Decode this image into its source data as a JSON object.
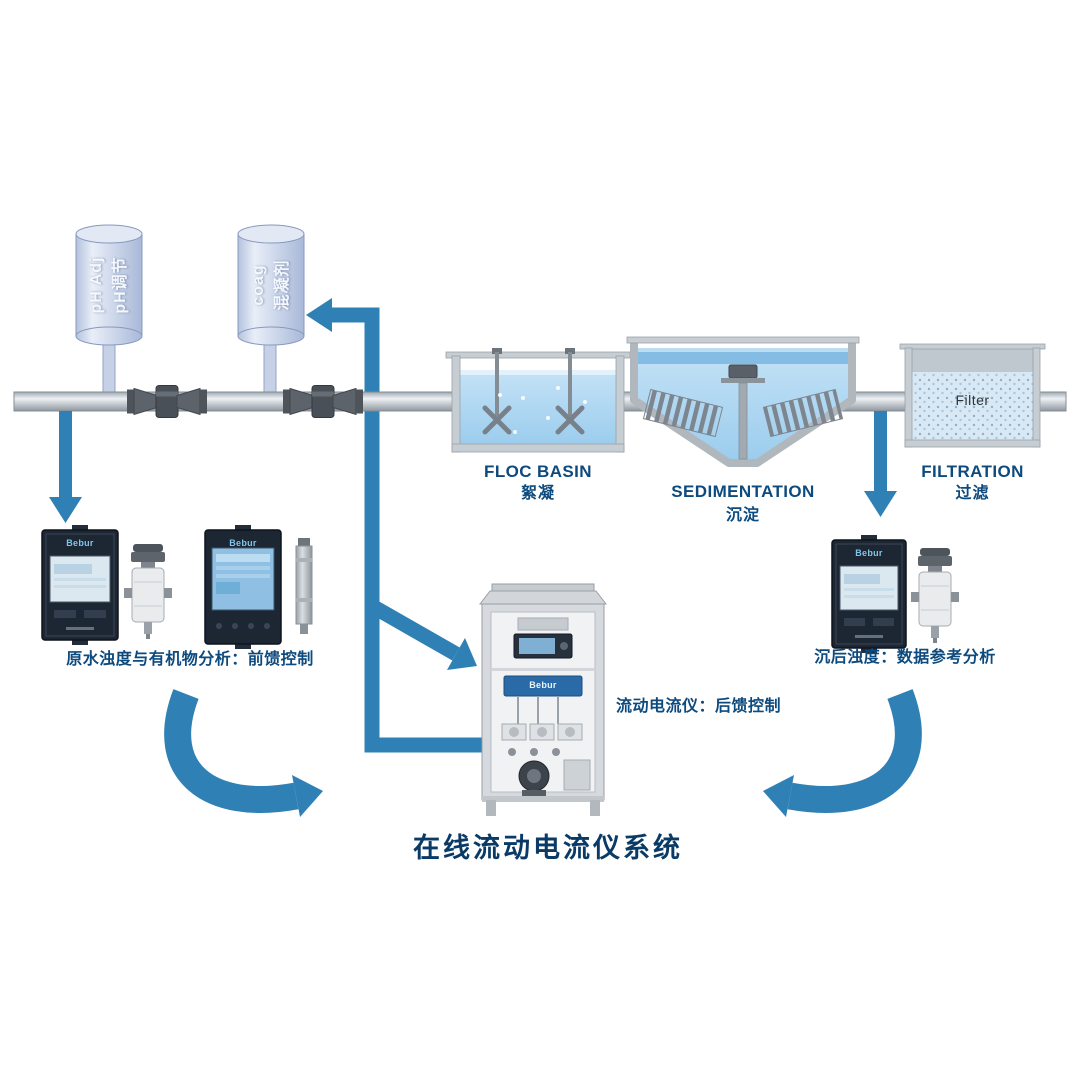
{
  "title": "在线流动电流仪系统",
  "colors": {
    "arrow_blue": "#2F80B4",
    "label_blue": "#0D4A7D",
    "title_blue": "#0A3A66",
    "water_blue": "#A9D5F0",
    "device_navy": "#1D2633"
  },
  "tanks": {
    "ph": {
      "line1": "pH Adj",
      "line2": "pH调节"
    },
    "coag": {
      "line1": "coag",
      "line2": "混凝剂"
    }
  },
  "stages": {
    "floc": {
      "en": "FLOC BASIN",
      "zh": "絮凝"
    },
    "sed": {
      "en": "SEDIMENTATION",
      "zh": "沉淀"
    },
    "filter": {
      "en": "FILTRATION",
      "zh": "过滤",
      "media": "Filter"
    }
  },
  "captions": {
    "left": "原水浊度与有机物分析：前馈控制",
    "center": "流动电流仪：后馈控制",
    "right": "沉后浊度：数据参考分析"
  },
  "devices": {
    "brand": "Bebur"
  }
}
